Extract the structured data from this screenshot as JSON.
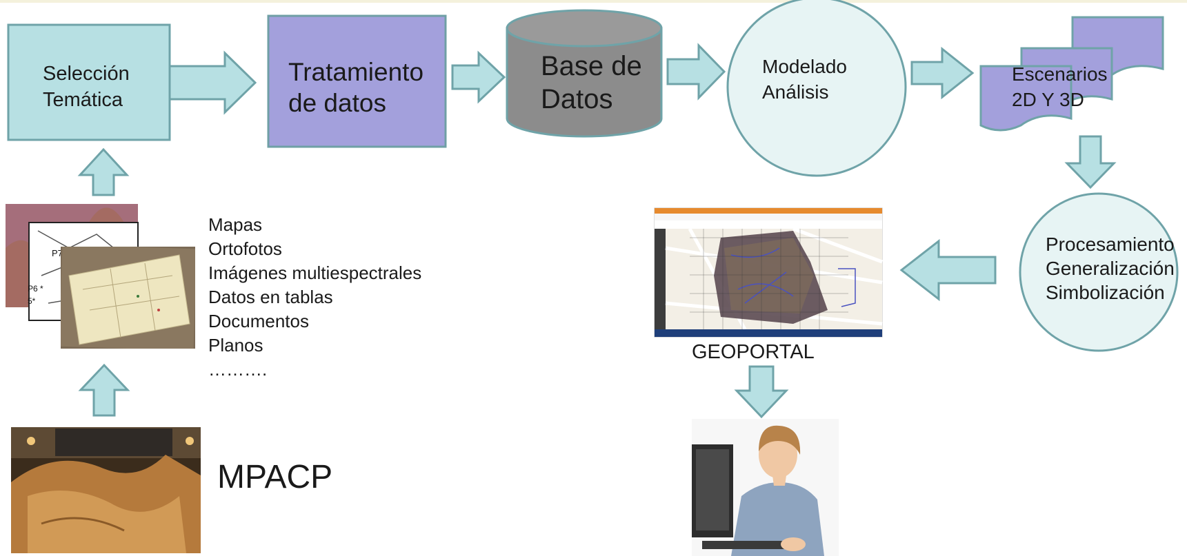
{
  "nodes": {
    "seleccion": [
      "Selección",
      "Temática"
    ],
    "tratamiento": [
      "Tratamiento",
      "de datos"
    ],
    "base_datos": [
      "Base de",
      "Datos"
    ],
    "modelado": [
      "Modelado",
      "Análisis"
    ],
    "escenarios": [
      "Escenarios",
      "2D Y 3D"
    ],
    "procesamiento": [
      "Procesamiento",
      "Generalización",
      "Simbolización"
    ]
  },
  "sources_list": [
    "Mapas",
    "Ortofotos",
    "Imágenes multiespectrales",
    "Datos en tablas",
    "Documentos",
    "Planos",
    "………."
  ],
  "labels": {
    "geoportal": "GEOPORTAL",
    "mpacp": "MPACP"
  },
  "colors": {
    "teal_fill": "#b7e0e3",
    "teal_stroke": "#6fa3a8",
    "purple_fill": "#a3a0dc",
    "purple_stroke": "#6f9fa5",
    "cylinder_fill": "#8c8c8c",
    "circle_fill": "#e7f4f4"
  },
  "icons": {
    "input_images": "stacked-map-photos-icon",
    "site_photo": "archaeological-site-photo-icon",
    "geoportal_screen": "geoportal-screenshot-icon",
    "user_photo": "woman-at-computer-icon"
  }
}
